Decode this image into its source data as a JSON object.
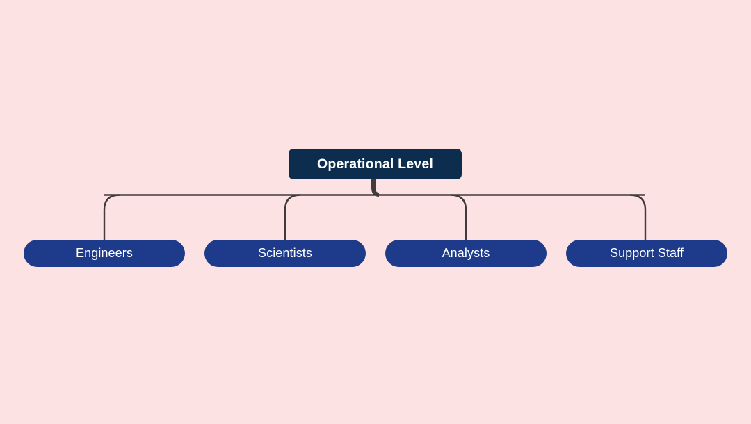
{
  "diagram": {
    "type": "org-chart",
    "title": "Operational Level",
    "orientation": "top-down",
    "background_color": "#fde2e4",
    "connector_color": "#413b3b",
    "root": {
      "label": "Operational Level",
      "fill_color": "#0d2d4f",
      "text_color": "#ffffff",
      "shape": "rounded-rectangle"
    },
    "children": [
      {
        "label": "Engineers",
        "fill_color": "#1e3a8a",
        "text_color": "#ffffff",
        "shape": "pill"
      },
      {
        "label": "Scientists",
        "fill_color": "#1e3a8a",
        "text_color": "#ffffff",
        "shape": "pill"
      },
      {
        "label": "Analysts",
        "fill_color": "#1e3a8a",
        "text_color": "#ffffff",
        "shape": "pill"
      },
      {
        "label": "Support Staff",
        "fill_color": "#1e3a8a",
        "text_color": "#ffffff",
        "shape": "pill"
      }
    ]
  }
}
